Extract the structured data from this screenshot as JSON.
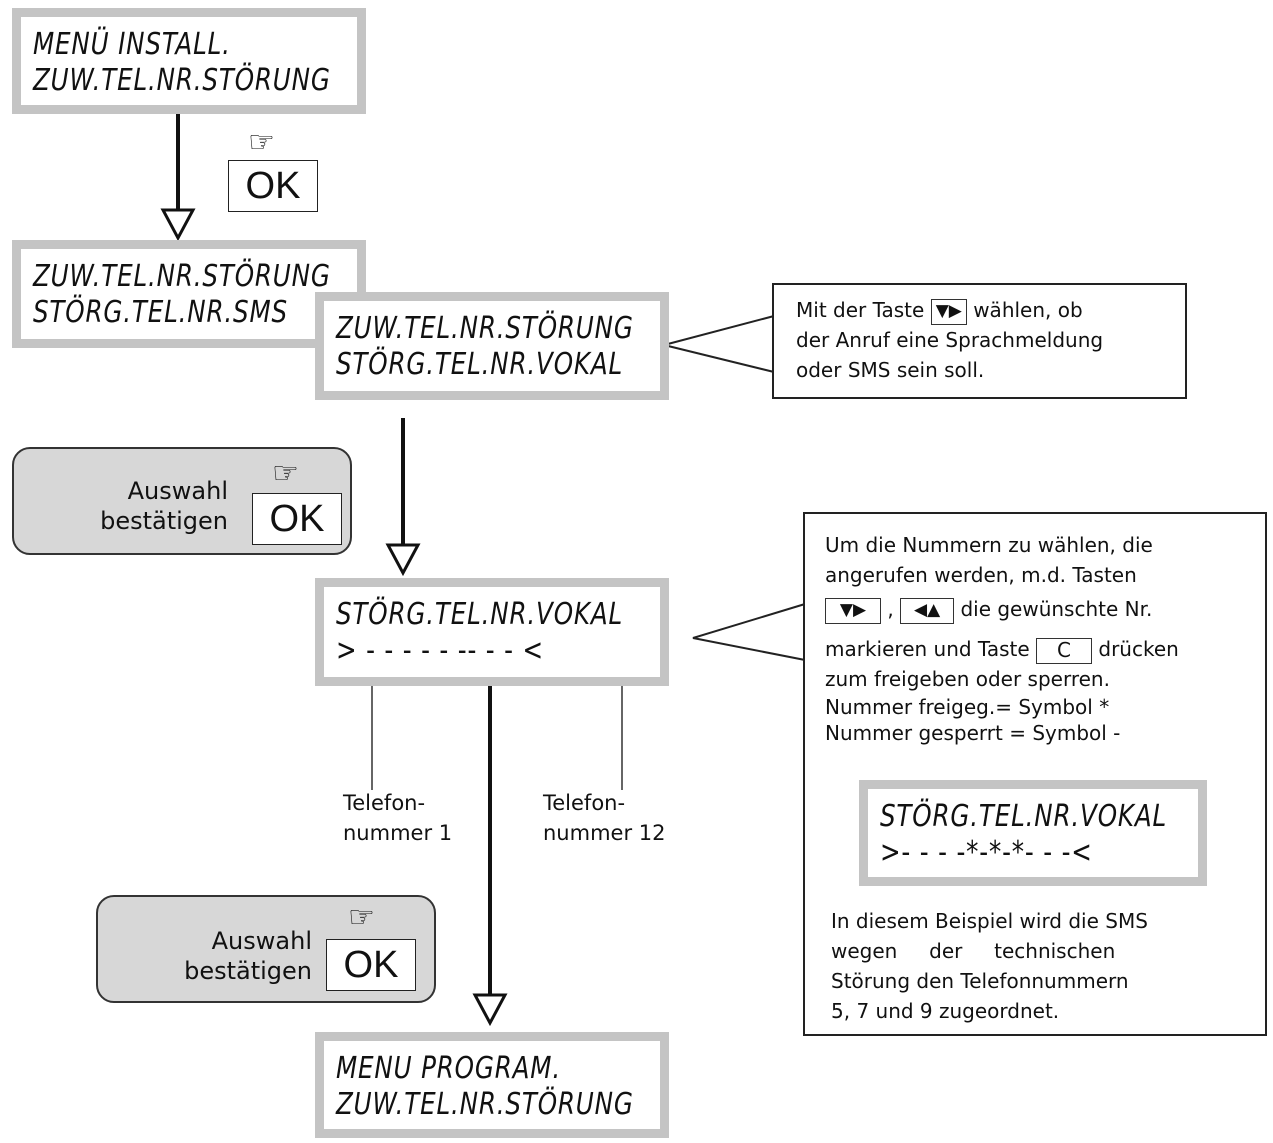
{
  "screens": {
    "menu_install": {
      "line1": "MENÜ INSTALL.",
      "line2": "ZUW.TEL.NR.STÖRUNG"
    },
    "sms": {
      "line1": "ZUW.TEL.NR.STÖRUNG",
      "line2": "STÖRG.TEL.NR.SMS"
    },
    "vokal": {
      "line1": "ZUW.TEL.NR.STÖRUNG",
      "line2": "STÖRG.TEL.NR.VOKAL"
    },
    "number_select": {
      "line1": "STÖRG.TEL.NR.VOKAL",
      "line2": "> -  -  -  -  -  --  -  -  <"
    },
    "example": {
      "line1": "STÖRG.TEL.NR.VOKAL",
      "line2": ">-  -  -  -*-*-*-  -  -<"
    },
    "menu_program": {
      "line1": "MENU PROGRAM.",
      "line2": "ZUW.TEL.NR.STÖRUNG"
    }
  },
  "keys": {
    "ok": "OK",
    "c": "C",
    "down_right": "▼▶",
    "left_up": "◀▲"
  },
  "confirm": {
    "line1": "Auswahl",
    "line2": "bestätigen"
  },
  "callout_select": {
    "line1_pre": "Mit der Taste",
    "line1_post": "wählen, ob",
    "line2": "der Anruf eine Sprachmeldung",
    "line3": "oder SMS sein soll."
  },
  "callout_numbers": {
    "line1": "Um die Nummern zu wählen, die",
    "line2": "angerufen werden, m.d. Tasten",
    "line3_mid": ",",
    "line3_post": "die gewünschte Nr.",
    "line4_pre": "markieren und Taste",
    "line4_post": "drücken",
    "line5": "zum freigeben oder sperren.",
    "line6": "Nummer freigeg.= Symbol *",
    "line7": "Nummer gesperrt = Symbol -",
    "example_1": "In diesem Beispiel wird die SMS",
    "example_2": "wegen     der     technischen",
    "example_3": "Störung den Telefonnummern",
    "example_4": "5, 7 und 9 zugeordnet."
  },
  "labels": {
    "tel1_a": "Telefon-",
    "tel1_b": "nummer 1",
    "tel12_a": "Telefon-",
    "tel12_b": "nummer 12"
  },
  "icons": {
    "hand": "pointing-hand-icon"
  }
}
